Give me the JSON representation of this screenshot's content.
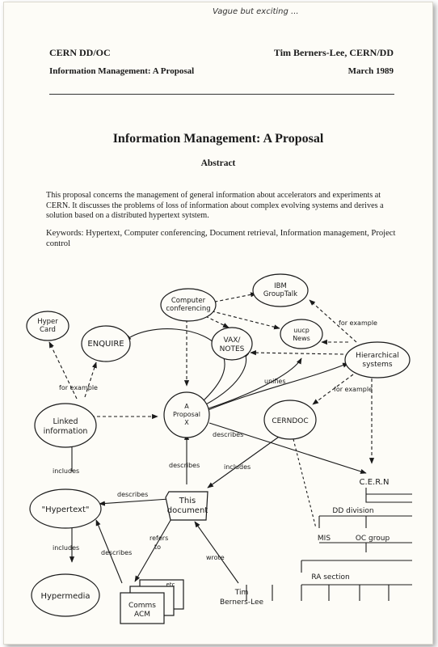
{
  "annotation": "Vague but exciting ...",
  "header": {
    "left_line1": "CERN DD/OC",
    "left_line2": "Information Management: A Proposal",
    "right_line1": "Tim Berners-Lee, CERN/DD",
    "right_line2": "March 1989"
  },
  "title": "Information Management: A Proposal",
  "abstract_heading": "Abstract",
  "abstract_lines": [
    "This proposal concerns the management of general information about accelerators and experiments at",
    "CERN.  It discusses the problems of loss of information about complex evolving systems and derives a",
    "solution based on a distributed hypertext sytstem."
  ],
  "keywords_lines": [
    "Keywords: Hypertext, Computer conferencing, Document retrieval, Information management, Project",
    "control"
  ],
  "diagram": {
    "nodes": {
      "computer_conferencing": [
        "Computer",
        "conferencing"
      ],
      "ibm_grouptalk": [
        "IBM",
        "GroupTalk"
      ],
      "hypercard": [
        "Hyper",
        "Card"
      ],
      "enquire": "ENQUIRE",
      "vax_notes": [
        "VAX/",
        "NOTES"
      ],
      "uucp_news": [
        "uucp",
        "News"
      ],
      "hierarchical_systems": [
        "Hierarchical",
        "systems"
      ],
      "linked_information": [
        "Linked",
        "information"
      ],
      "a_proposal": [
        "A",
        "Proposal",
        "X"
      ],
      "cerndoc": "CERNDOC",
      "hypertext": "\"Hypertext\"",
      "this_document": [
        "This",
        "document"
      ],
      "cern": "C.E.R.N",
      "dd_division": "DD division",
      "mis": "MIS",
      "oc_group": "OC group",
      "ra_section": "RA section",
      "hypermedia": "Hypermedia",
      "tim": [
        "Tim",
        "Berners-Lee"
      ],
      "comms_acm": [
        "Comms",
        "ACM"
      ],
      "etc": "etc"
    },
    "edge_labels": {
      "for_example_hier": "for example",
      "for_example_linked": "for example",
      "unifies": "unifies",
      "for_example_cern": "for example",
      "describes_proposal": "describes",
      "includes_cerndoc": "includes",
      "describes_this": "describes",
      "includes_linked": "includes",
      "describes_hypertext": "describes",
      "includes_hypermedia": "includes",
      "refers_to": [
        "refers",
        "to"
      ],
      "describes_comms": "describes",
      "wrote": "wrote"
    }
  }
}
